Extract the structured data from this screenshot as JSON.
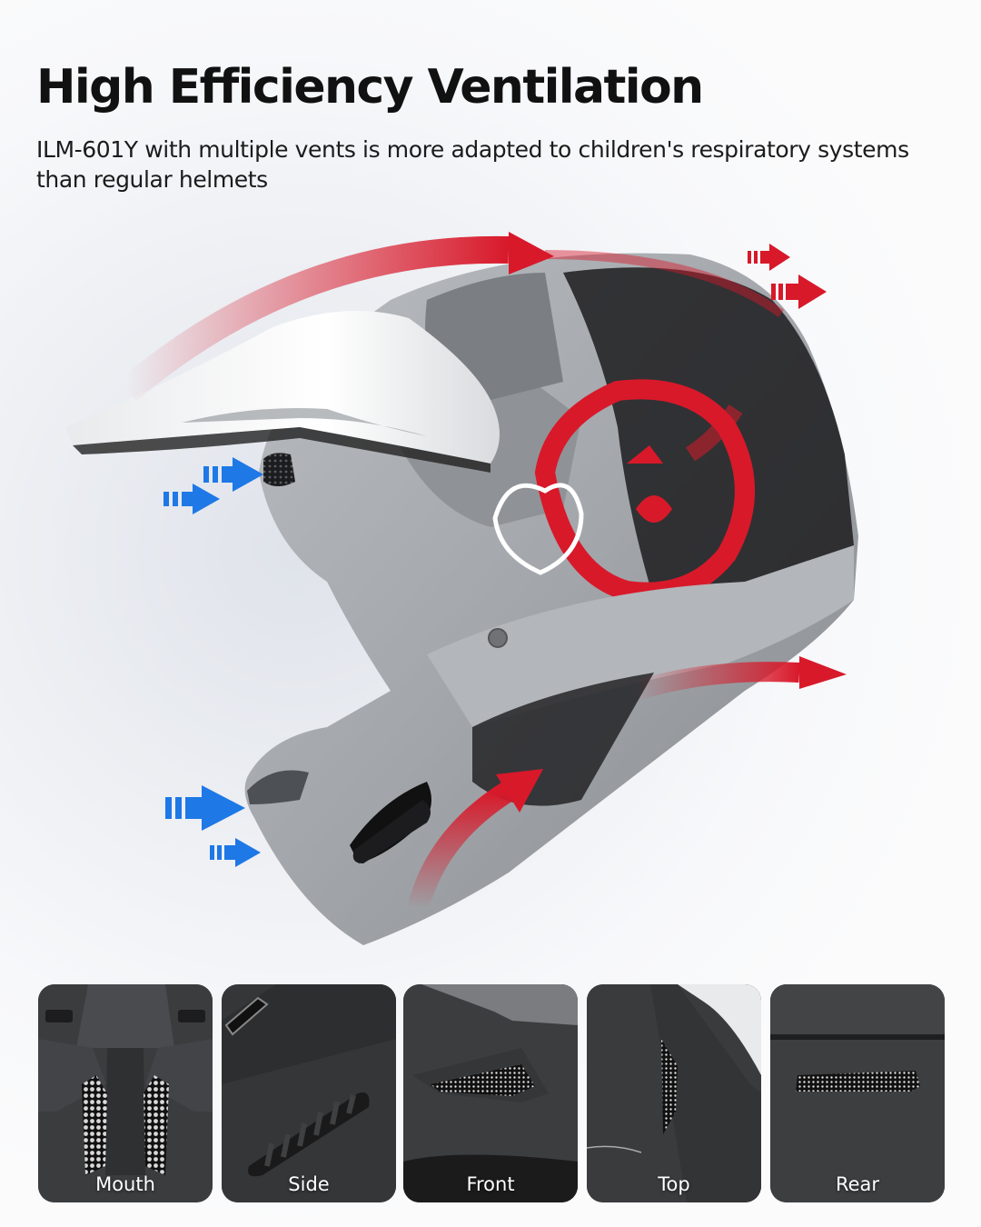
{
  "header": {
    "title": "High Efficiency Ventilation",
    "subtitle": "ILM-601Y with multiple vents is more adapted to children's respiratory systems than regular helmets"
  },
  "hero": {
    "product_model": "ILM-601Y",
    "image": "helmet-side-view",
    "intake_arrow_color": "#1e78e6",
    "exhaust_arrow_color": "#d8192a",
    "arrows": {
      "intake": [
        "brow-intake",
        "chin-intake-upper",
        "chin-intake-lower"
      ],
      "exhaust": [
        "top-airflow",
        "rear-exhaust-upper",
        "rear-exhaust-lower",
        "jaw-airflow",
        "side-airflow"
      ]
    }
  },
  "vent_gallery": {
    "items": [
      {
        "label": "Mouth",
        "icon": "mouth-vent-image"
      },
      {
        "label": "Side",
        "icon": "side-vent-image"
      },
      {
        "label": "Front",
        "icon": "front-vent-image"
      },
      {
        "label": "Top",
        "icon": "top-vent-image"
      },
      {
        "label": "Rear",
        "icon": "rear-vent-image"
      }
    ]
  },
  "colors": {
    "background": "#f3f4f7",
    "title_text": "#111111",
    "helmet_shell": "#9ea2a6",
    "visor": "#f2f2f2",
    "graphic_red": "#d8192a",
    "thumbnail_bg": "#3a3b3d"
  }
}
